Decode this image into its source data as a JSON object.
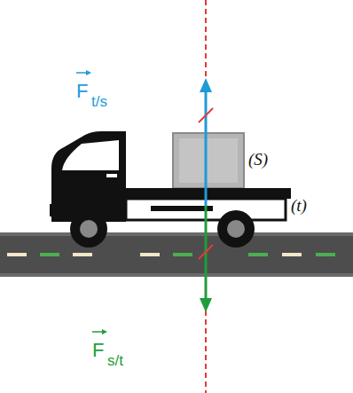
{
  "diagram": {
    "labels": [
      "F",
      "t/s",
      "F",
      "s/t",
      "(S)",
      "(t)"
    ]
  }
}
